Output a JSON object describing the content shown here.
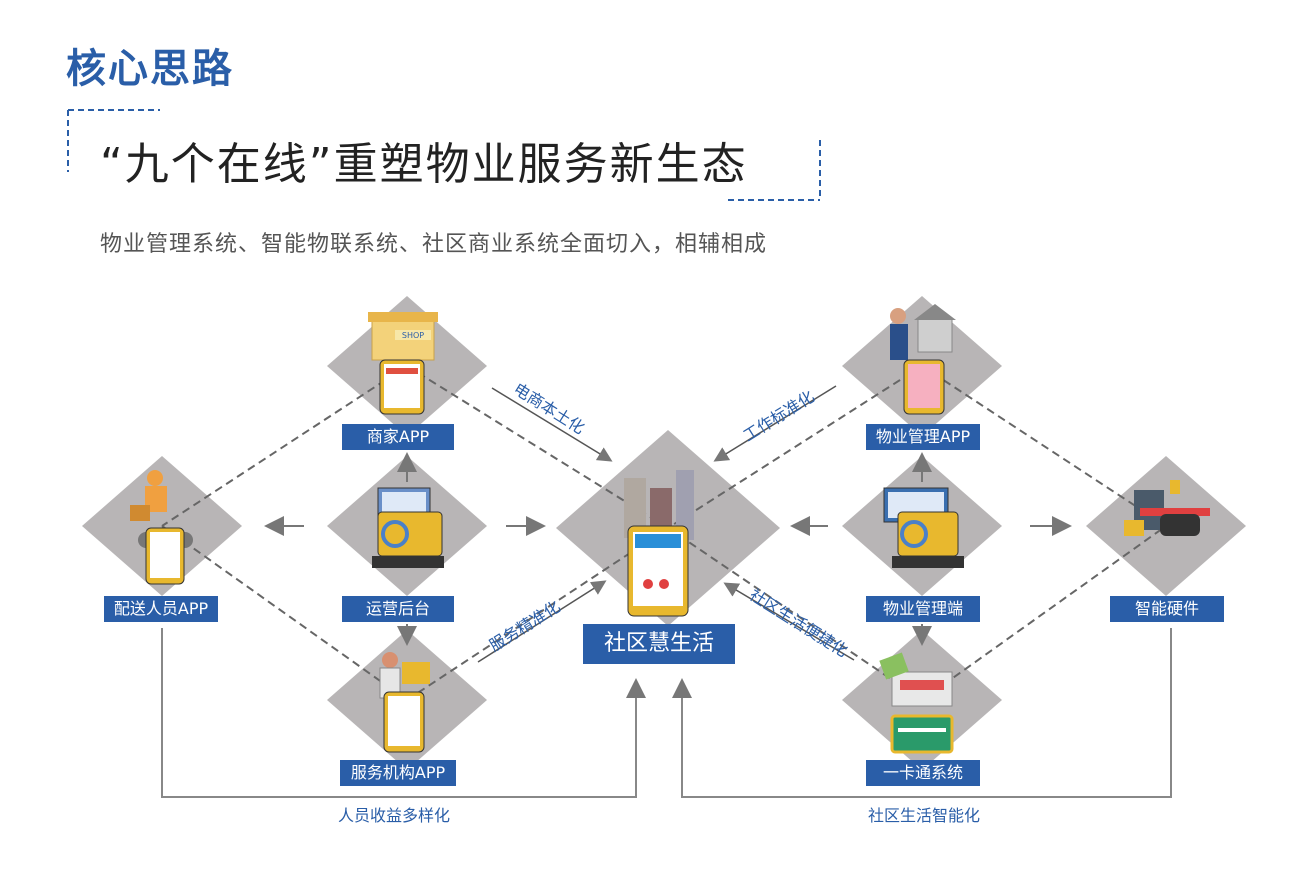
{
  "header": {
    "section_title": "核心思路",
    "headline": "“九个在线”重塑物业服务新生态",
    "subtitle": "物业管理系统、智能物联系统、社区商业系统全面切入，相辅相成"
  },
  "nodes": {
    "center": "社区慧生活",
    "merchant_app": "商家APP",
    "delivery_app": "配送人员APP",
    "operation_backend": "运营后台",
    "service_org_app": "服务机构APP",
    "property_app": "物业管理APP",
    "property_terminal": "物业管理端",
    "smart_hardware": "智能硬件",
    "card_system": "一卡通系统"
  },
  "edge_labels": {
    "ecommerce": "电商本土化",
    "service": "服务精准化",
    "work": "工作标准化",
    "life_convenience": "社区生活便捷化"
  },
  "flow_labels": {
    "left_bottom": "人员收益多样化",
    "right_bottom": "社区生活智能化"
  },
  "icons": {
    "shop": "SHOP"
  },
  "colors": {
    "accent": "#2a5ea8",
    "diamond": "#b8b5b6",
    "dash": "#666666"
  }
}
